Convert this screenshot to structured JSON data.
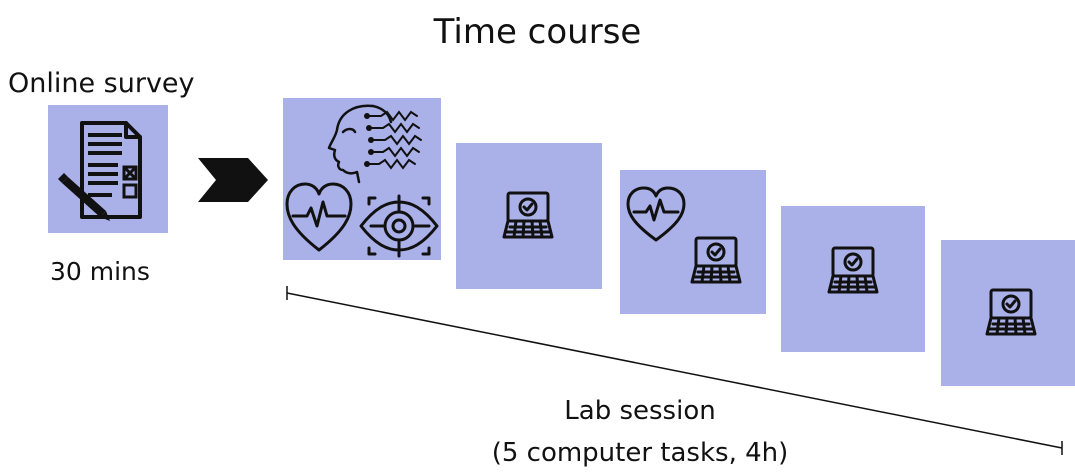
{
  "title": "Time course",
  "survey": {
    "label": "Online survey",
    "duration": "30 mins"
  },
  "lab": {
    "label": "Lab session",
    "detail": "(5 computer tasks, 4h)"
  },
  "steps": [
    {
      "icons": [
        "brain-signals-icon",
        "heart-rate-icon",
        "eye-tracking-icon"
      ]
    },
    {
      "icons": [
        "laptop-check-icon"
      ]
    },
    {
      "icons": [
        "heart-rate-icon",
        "laptop-check-icon"
      ]
    },
    {
      "icons": [
        "laptop-check-icon"
      ]
    },
    {
      "icons": [
        "laptop-check-icon"
      ]
    }
  ],
  "colors": {
    "panel": "#aab0e8",
    "ink": "#111111"
  }
}
